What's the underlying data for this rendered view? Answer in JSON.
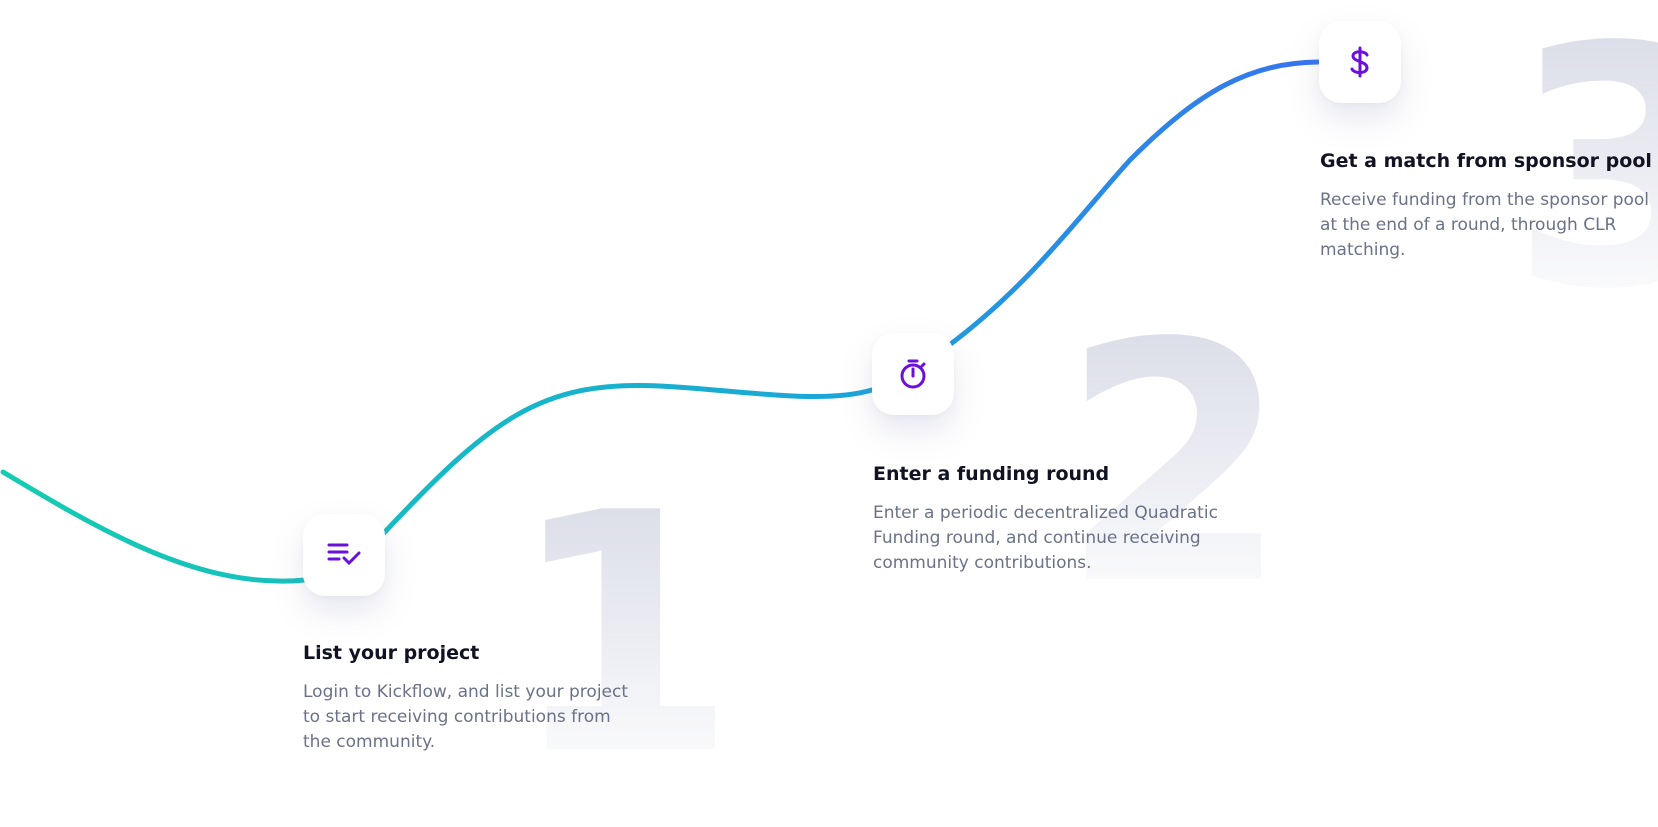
{
  "colors": {
    "accent_icon": "#6a0fdc",
    "curve_start": "#14cdb0",
    "curve_mid": "#1aa7d8",
    "curve_end": "#3a6ff0",
    "title": "#111222",
    "description": "#6b7288",
    "step_number": "#d8dae6"
  },
  "steps": [
    {
      "number": "1",
      "icon": "list-check-icon",
      "title": "List your project",
      "description": "Login to Kickflow, and list your project to start receiving contributions from the community."
    },
    {
      "number": "2",
      "icon": "stopwatch-icon",
      "title": "Enter a funding round",
      "description": "Enter a periodic decentralized Quadratic Funding round, and continue receiving community contributions."
    },
    {
      "number": "3",
      "icon": "dollar-icon",
      "title": "Get a match from sponsor pool",
      "description": "Receive funding from the sponsor pool at the end of a round, through CLR matching."
    }
  ]
}
